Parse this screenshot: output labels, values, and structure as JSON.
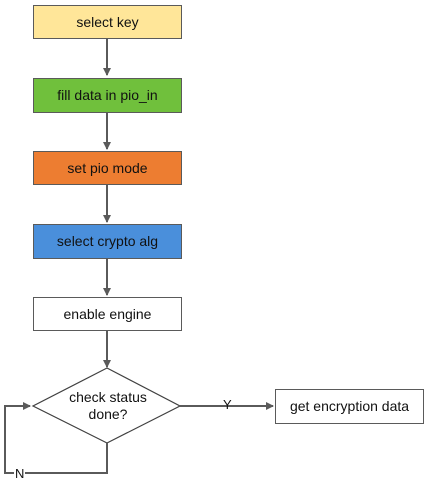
{
  "nodes": {
    "select_key": {
      "label": "select key",
      "fill": "#FFE699"
    },
    "fill_data": {
      "label": "fill data in pio_in",
      "fill": "#70C03C"
    },
    "set_pio_mode": {
      "label": "set pio mode",
      "fill": "#ED7D31"
    },
    "select_crypto": {
      "label": "select crypto alg",
      "fill": "#4A8FDB"
    },
    "enable_engine": {
      "label": "enable engine",
      "fill": "#FFFFFF"
    },
    "check_status": {
      "line1": "check status",
      "line2": "done?",
      "fill": "#FFFFFF"
    },
    "get_encryption": {
      "label": "get encryption data",
      "fill": "#FFFFFF"
    }
  },
  "edges": {
    "yes_label": "Y",
    "no_label": "N"
  },
  "colors": {
    "stroke": "#5a5a5a",
    "border": "#404040"
  }
}
